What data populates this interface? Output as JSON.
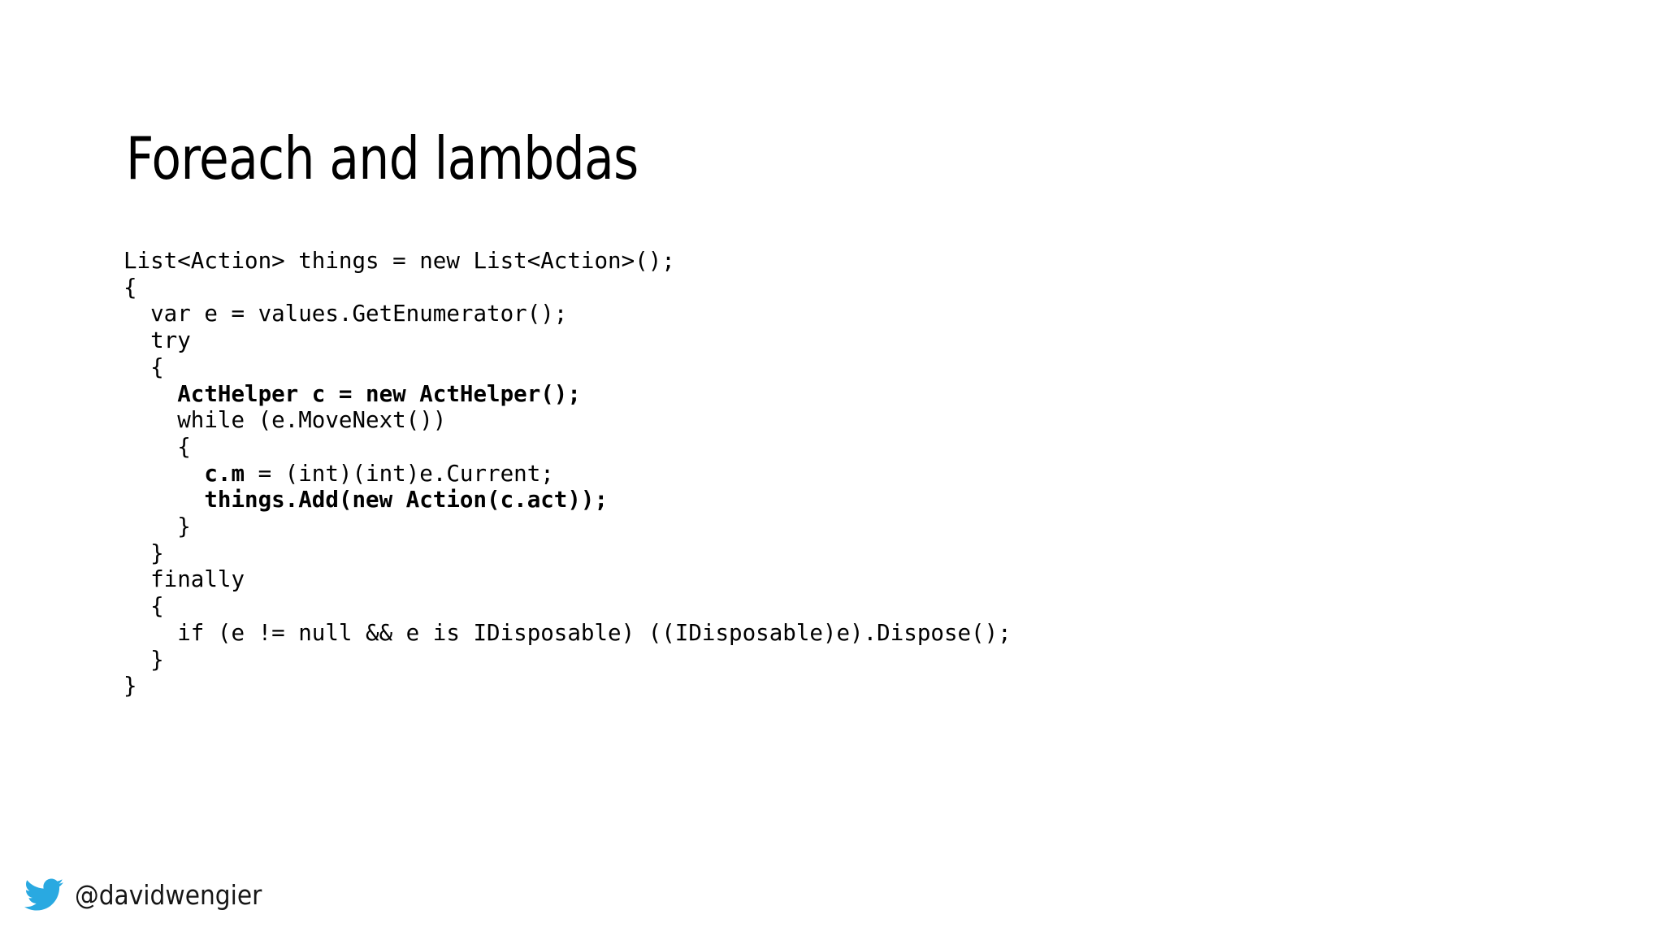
{
  "slide": {
    "title": "Foreach and lambdas",
    "background_color": "#ffffff",
    "text_color": "#000000"
  },
  "code": {
    "language": "csharp",
    "lines": [
      {
        "id": "line-1",
        "text": "List<Action> things = new List<Action>();",
        "bold": false
      },
      {
        "id": "line-2",
        "text": "{",
        "bold": false
      },
      {
        "id": "line-3",
        "text": "  var e = values.GetEnumerator();",
        "bold": false
      },
      {
        "id": "line-4",
        "text": "  try",
        "bold": false
      },
      {
        "id": "line-5",
        "text": "  {",
        "bold": false
      },
      {
        "id": "line-6",
        "text": "    ActHelper c = new ActHelper();",
        "bold": true
      },
      {
        "id": "line-7",
        "text": "    while (e.MoveNext())",
        "bold": false
      },
      {
        "id": "line-8",
        "text": "    {",
        "bold": false
      },
      {
        "id": "line-9",
        "text": "      c.m = (int)(int)e.Current;",
        "bold": false,
        "bold_prefix": "      c.m",
        "rest": " = (int)(int)e.Current;"
      },
      {
        "id": "line-10",
        "text": "      things.Add(new Action(c.act));",
        "bold": true
      },
      {
        "id": "line-11",
        "text": "    }",
        "bold": false
      },
      {
        "id": "line-12",
        "text": "  }",
        "bold": false
      },
      {
        "id": "line-13",
        "text": "  finally",
        "bold": false
      },
      {
        "id": "line-14",
        "text": "  {",
        "bold": false
      },
      {
        "id": "line-15",
        "text": "    if (e != null && e is IDisposable) ((IDisposable)e).Dispose();",
        "bold": false
      },
      {
        "id": "line-16",
        "text": "  }",
        "bold": false
      },
      {
        "id": "line-17",
        "text": "}",
        "bold": false
      }
    ]
  },
  "footer": {
    "handle": "@davidwengier",
    "icon": "twitter-bird-icon",
    "icon_color": "#29A9E1"
  }
}
